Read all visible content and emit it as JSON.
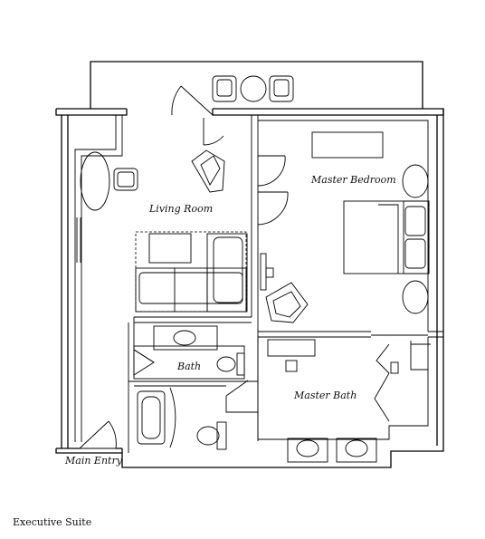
{
  "plan": {
    "rooms": {
      "living_room": "Living Room",
      "master_bedroom": "Master Bedroom",
      "bath": "Bath",
      "master_bath": "Master Bath",
      "main_entry": "Main Entry"
    },
    "caption": "Executive Suite"
  }
}
